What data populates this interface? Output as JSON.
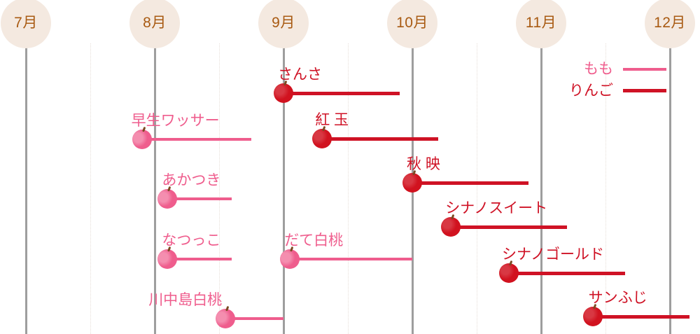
{
  "chart_data": {
    "type": "bar",
    "title": "",
    "xlabel": "",
    "ylabel": "",
    "orientation": "horizontal",
    "grid": true,
    "axis": {
      "ticks": [
        "7月",
        "8月",
        "9月",
        "10月",
        "11月",
        "12月"
      ],
      "tick_values": [
        7,
        8,
        9,
        10,
        11,
        12
      ],
      "xlim": [
        7,
        12.1
      ],
      "minor_ticks_per_interval": 1
    },
    "legend": {
      "position": "top-right",
      "entries": [
        {
          "name": "もも",
          "color": "#ef5d8d"
        },
        {
          "name": "りんご",
          "color": "#cf1225"
        }
      ]
    },
    "series": [
      {
        "name": "さんさ",
        "group": "りんご",
        "color": "#cf1225",
        "start": 9.0,
        "end": 9.9,
        "row": 1
      },
      {
        "name": "早生ワッサー",
        "group": "もも",
        "color": "#ef5d8d",
        "start": 7.9,
        "end": 8.75,
        "row": 2
      },
      {
        "name": "紅 玉",
        "group": "りんご",
        "color": "#cf1225",
        "start": 9.3,
        "end": 10.2,
        "row": 3
      },
      {
        "name": "秋 映",
        "group": "りんご",
        "color": "#cf1225",
        "start": 10.0,
        "end": 10.9,
        "row": 4
      },
      {
        "name": "あかつき",
        "group": "もも",
        "color": "#ef5d8d",
        "start": 8.1,
        "end": 8.6,
        "row": 5
      },
      {
        "name": "シナノスイート",
        "group": "りんご",
        "color": "#cf1225",
        "start": 10.3,
        "end": 11.2,
        "row": 6
      },
      {
        "name": "なつっこ",
        "group": "もも",
        "color": "#ef5d8d",
        "start": 8.1,
        "end": 8.6,
        "row": 7
      },
      {
        "name": "だて白桃",
        "group": "もも",
        "color": "#ef5d8d",
        "start": 9.05,
        "end": 10.0,
        "row": 7
      },
      {
        "name": "シナノゴールド",
        "group": "りんご",
        "color": "#cf1225",
        "start": 10.75,
        "end": 11.65,
        "row": 8
      },
      {
        "name": "川中島白桃",
        "group": "もも",
        "color": "#ef5d8d",
        "start": 8.55,
        "end": 9.0,
        "row": 9
      },
      {
        "name": "サンふじ",
        "group": "りんご",
        "color": "#cf1225",
        "start": 11.4,
        "end": 12.15,
        "row": 10
      }
    ]
  },
  "colors": {
    "peach": "#ef5d8d",
    "apple": "#cf1225",
    "bubble_fill": "#f4e9e0",
    "bubble_text": "#a85a12",
    "axis_line": "#9e9e9e",
    "half_line": "#e6ded8",
    "stem": "#7b4a22",
    "background": "#ffffff"
  }
}
